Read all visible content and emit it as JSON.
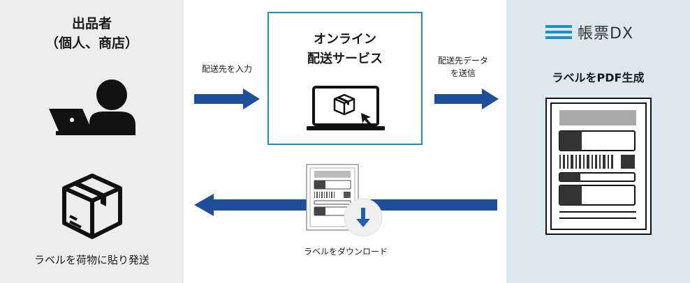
{
  "seller": {
    "title_line1": "出品者",
    "title_line2": "（個人、商店）",
    "ship_caption": "ラベルを荷物に貼り発送"
  },
  "service": {
    "title_line1": "オンライン",
    "title_line2": "配送サービス"
  },
  "brand": {
    "name": "帳票DX",
    "caption": "ラベルをPDF生成"
  },
  "flows": {
    "input_label": "配送先を入力",
    "send_label_line1": "配送先データ",
    "send_label_line2": "を送信",
    "download_label": "ラベルをダウンロード"
  },
  "colors": {
    "arrow": "#1f4e9a",
    "service_border": "#1d8fbf",
    "left_panel": "#ededed",
    "right_panel": "#dde8ee",
    "download_arrow": "#1f5fae"
  },
  "icons": [
    "user-laptop-icon",
    "box-icon",
    "laptop-box-icon",
    "label-sheet-icon",
    "download-icon",
    "brand-logo-icon"
  ]
}
